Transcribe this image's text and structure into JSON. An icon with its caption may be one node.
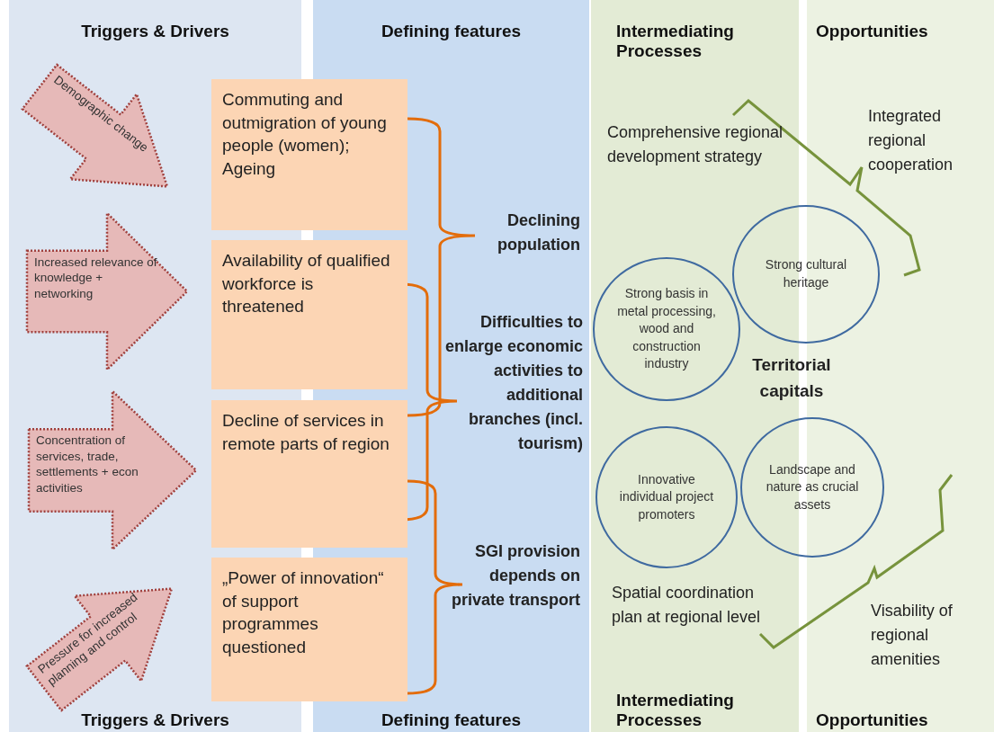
{
  "diagram": {
    "nodes": [
      {
        "text": [
          "Triggers & Drivers",
          "Triggers & Drivers"
        ]
      },
      {
        "text": [
          "Defining features",
          "Defining features"
        ]
      },
      {
        "text": [
          "Intermediating Processes",
          "Intermediating Processes"
        ]
      },
      {
        "text": [
          "Opportunities",
          "Opportunities"
        ]
      },
      {
        "text": [
          "Demographic change"
        ],
        "in": 0
      },
      {
        "text": [
          "Increased relevance of knowledge + networking"
        ],
        "in": 0
      },
      {
        "text": [
          "Concentration of services, trade, settlements + econ activities"
        ],
        "in": 0
      },
      {
        "text": [
          "Pressure for increased planning and control"
        ],
        "in": 0
      },
      {
        "text": [
          "Commuting and outmigration of young people (women); Ageing"
        ]
      },
      {
        "text": [
          "Availability of qualified workforce is threatened"
        ]
      },
      {
        "text": [
          "Decline of services in remote parts of region"
        ]
      },
      {
        "text": [
          "„Power of innovation“ of support programmes questioned"
        ]
      },
      {
        "text": [
          "Strong cultural heritage"
        ]
      },
      {
        "text": [
          "Strong basis in metal processing, wood and construction industry"
        ],
        "in": 2
      },
      {
        "text": [
          "Innovative individual project promoters"
        ],
        "in": 2
      },
      {
        "text": [
          "Landscape and nature as crucial assets"
        ]
      }
    ],
    "labels": [
      "Declining population",
      "Difficulties to enlarge economic activities to additional branches (incl. tourism)",
      "SGI provision depends on private transport",
      "Comprehensive regional development strategy",
      "Integrated regional cooperation",
      "Territorial capitals",
      "Spatial coordination plan at regional level",
      "Visability of regional amenities"
    ]
  }
}
